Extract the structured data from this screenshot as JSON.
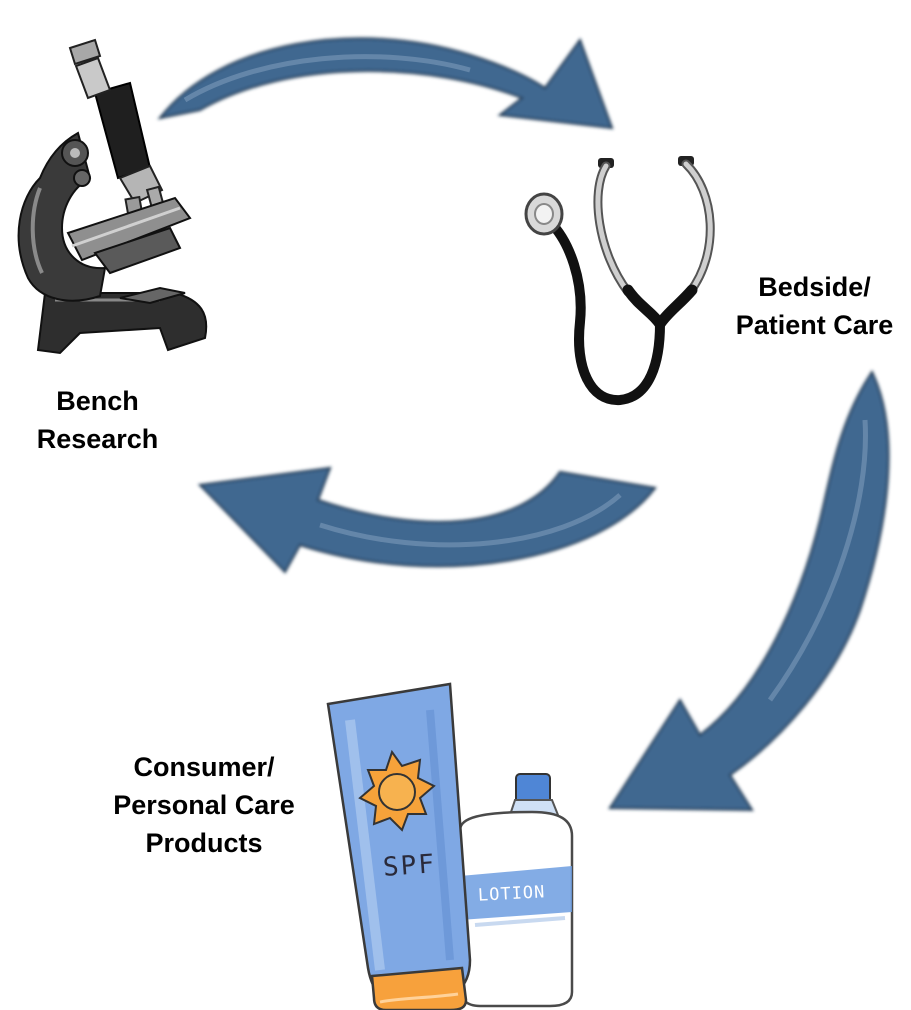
{
  "nodes": {
    "bench": {
      "line1": "Bench",
      "line2": "Research",
      "icon": "microscope-icon"
    },
    "bedside": {
      "line1": "Bedside/",
      "line2": "Patient Care",
      "icon": "stethoscope-icon"
    },
    "consumer": {
      "line1": "Consumer/",
      "line2": "Personal Care",
      "line3": "Products",
      "icon": "sunscreen-lotion-icon"
    }
  },
  "product_labels": {
    "tube": "SPF",
    "bottle": "LOTION"
  },
  "colors": {
    "arrow": "#3f6790",
    "arrow_edge": "#23405f",
    "tube": "#7fa8e4",
    "sun": "#f6a23a",
    "cap": "#f7a13c",
    "bottle_cap": "#4f86d6"
  }
}
